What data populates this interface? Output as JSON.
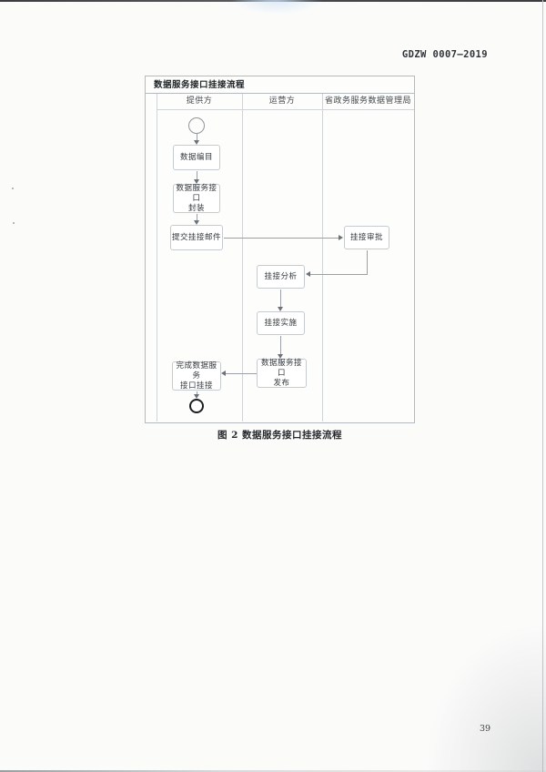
{
  "header": {
    "doc_number": "GDZW 0007—2019"
  },
  "figure": {
    "pool_title": "数据服务接口挂接流程",
    "lanes": [
      "提供方",
      "运营方",
      "省政务服务数据管理局"
    ],
    "nodes": {
      "catalog": "数据编目",
      "package": "数据服务接口\n封装",
      "submit": "提交挂接邮件",
      "approve": "挂接审批",
      "analyze": "挂接分析",
      "implement": "挂接实施",
      "publish": "数据服务接口\n发布",
      "complete": "完成数据服务\n接口挂接"
    },
    "caption": "图 2 数据服务接口挂接流程"
  },
  "footer": {
    "page_number": "39"
  },
  "colors": {
    "flow_line": "#9aa0a5",
    "node_border": "#c6cbd0",
    "pool_border": "#b5babe",
    "end_node": "#1b1d1f"
  }
}
